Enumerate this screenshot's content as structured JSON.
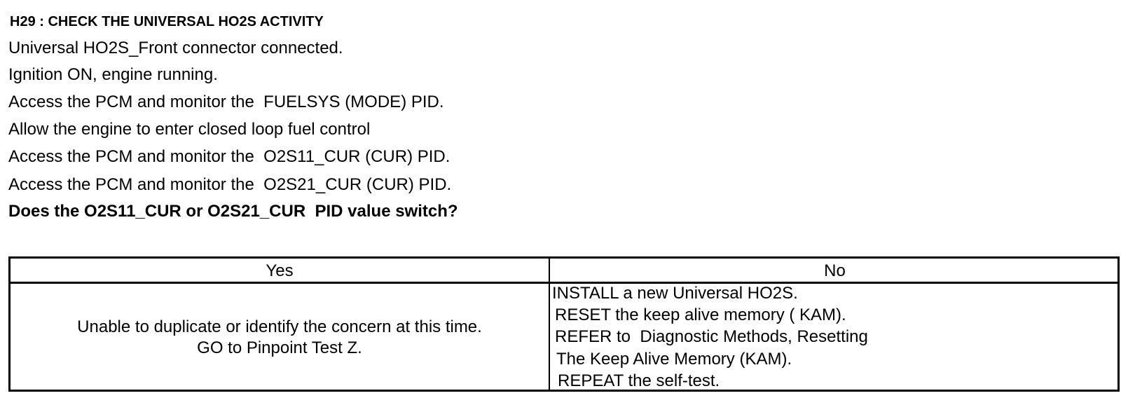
{
  "procedure": {
    "heading": "H29 : CHECK THE UNIVERSAL HO2S ACTIVITY",
    "steps": [
      "Universal HO2S_Front connector connected.",
      "Ignition ON, engine running.",
      "Access the PCM and monitor the  FUELSYS (MODE) PID.",
      "Allow the engine to enter closed loop fuel control",
      "Access the PCM and monitor the  O2S11_CUR (CUR) PID.",
      "Access the PCM and monitor the  O2S21_CUR (CUR) PID."
    ],
    "question": "Does the O2S11_CUR or O2S21_CUR  PID value switch?"
  },
  "result_table": {
    "yes_header": "Yes",
    "no_header": "No",
    "yes_lines": [
      "Unable to duplicate or identify the concern at this time.",
      "GO to Pinpoint Test Z."
    ],
    "no_lines": [
      "INSTALL a new Universal HO2S.",
      "RESET the keep alive memory ( KAM).",
      "REFER to  Diagnostic Methods, Resetting",
      "The Keep Alive Memory (KAM).",
      "REPEAT the self-test."
    ]
  }
}
